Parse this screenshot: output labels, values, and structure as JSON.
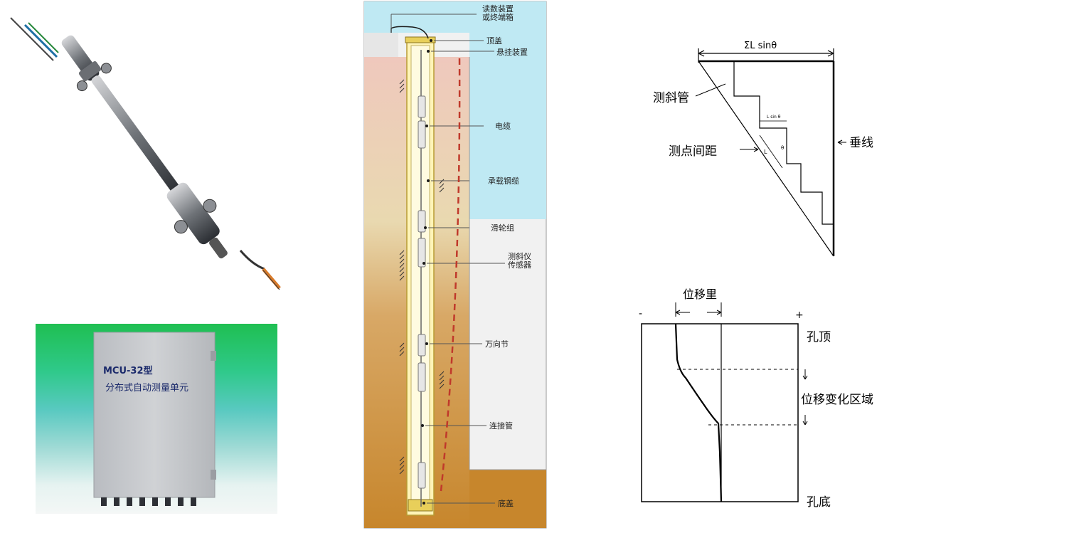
{
  "mcu_box": {
    "model": "MCU-32型",
    "name": "分布式自动测量单元"
  },
  "borehole": {
    "labels": {
      "reading_device_line1": "读数装置",
      "reading_device_line2": "或终端箱",
      "top_cap": "顶盖",
      "suspension": "悬挂装置",
      "cable": "电缆",
      "steel_cable": "承载钢缆",
      "pulley": "滑轮组",
      "sensor_line1": "测斜仪",
      "sensor_line2": "传感器",
      "universal_joint": "万向节",
      "connecting_pipe": "连接管",
      "bottom_cap": "底盖"
    }
  },
  "geometry": {
    "sum_label": "ΣL sinθ",
    "inclinometer_pipe": "测斜管",
    "point_spacing": "测点间距",
    "plumb_line": "垂线",
    "segment_label": "L sin θ",
    "l_label": "L",
    "theta_label": "θ"
  },
  "profile": {
    "displacement": "位移里",
    "minus": "-",
    "plus": "+",
    "hole_top": "孔顶",
    "change_zone": "位移变化区域",
    "hole_bottom": "孔底"
  },
  "colors": {
    "sky": "#bfe9f3",
    "tube_fill": "#fff4b8",
    "dashed_curve": "#c0392b",
    "box_grey": "#c9cbcf",
    "green_top": "#1fbf52"
  }
}
